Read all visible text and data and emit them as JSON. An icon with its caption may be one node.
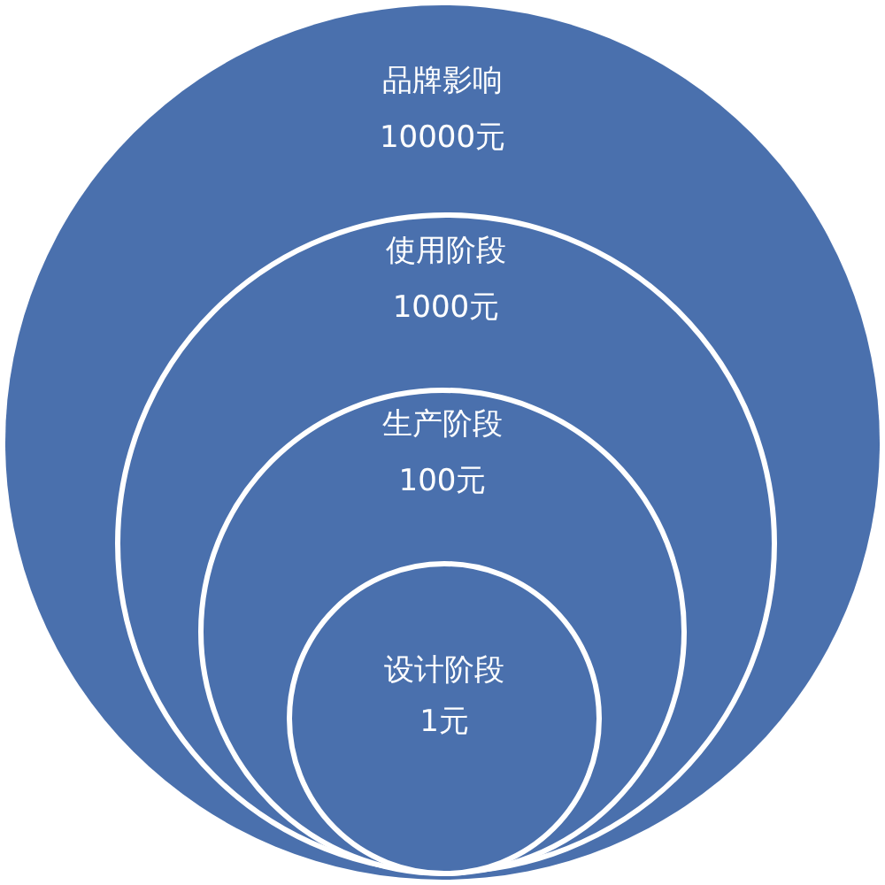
{
  "diagram": {
    "nodes": [
      {
        "text": [
          "品牌影响",
          "10000元"
        ]
      },
      {
        "text": [
          "使用阶段",
          "1000元"
        ],
        "in": 0
      },
      {
        "text": [
          "生产阶段",
          "100元"
        ],
        "in": 1
      },
      {
        "text": [
          "设计阶段",
          "1元"
        ],
        "in": 2
      }
    ]
  }
}
